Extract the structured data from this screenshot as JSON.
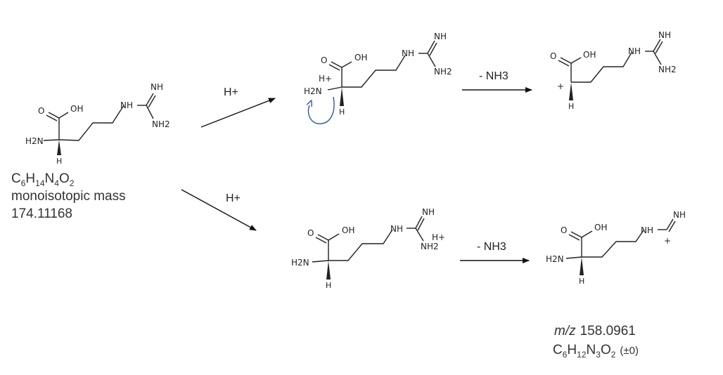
{
  "reactant": {
    "formula": {
      "C": "C",
      "c": "6",
      "H": "H",
      "h": "14",
      "N": "N",
      "n": "4",
      "O": "O",
      "o": "2"
    },
    "mass_label": "monoisotopic mass",
    "mass_value": "174.11168",
    "atoms": {
      "nh_imine": "NH",
      "nh_chain": "NH",
      "nh2_amidine": "NH2",
      "oh": "OH",
      "o": "O",
      "nh2_alpha": "H2N",
      "h_alpha": "H"
    }
  },
  "upper_path": {
    "reagent": "H+",
    "intermediate_atoms": {
      "nh_imine": "NH",
      "nh_chain": "NH",
      "nh2_amidine": "NH2",
      "oh": "OH",
      "o": "O",
      "nh2_alpha": "H2N",
      "h_alpha": "H",
      "proton": "H+"
    },
    "step_label": "- NH3",
    "product_atoms": {
      "nh_imine": "NH",
      "nh_chain": "NH",
      "nh2_amidine": "NH2",
      "oh": "OH",
      "o": "O",
      "charge": "+",
      "h_alpha": "H"
    }
  },
  "lower_path": {
    "reagent": "H+",
    "intermediate_atoms": {
      "nh_imine": "NH",
      "nh_chain": "NH",
      "nh2_amidine": "NH2",
      "oh": "OH",
      "o": "O",
      "nh2_alpha": "H2N",
      "h_alpha": "H",
      "proton": "H+"
    },
    "step_label": "- NH3",
    "product_atoms": {
      "nh_imine": "NH",
      "nh_chain": "NH",
      "oh": "OH",
      "o": "O",
      "nh2_alpha": "H2N",
      "h_alpha": "H",
      "charge": "+"
    }
  },
  "product_info": {
    "mz_label": "m/z",
    "mz_value": "158.0961",
    "formula": {
      "C": "C",
      "c": "6",
      "H": "H",
      "h": "12",
      "N": "N",
      "n": "3",
      "O": "O",
      "o": "2"
    },
    "delta": "(±0)"
  },
  "colors": {
    "curved_arrow": "#2f5a9e",
    "ink": "#222222"
  }
}
